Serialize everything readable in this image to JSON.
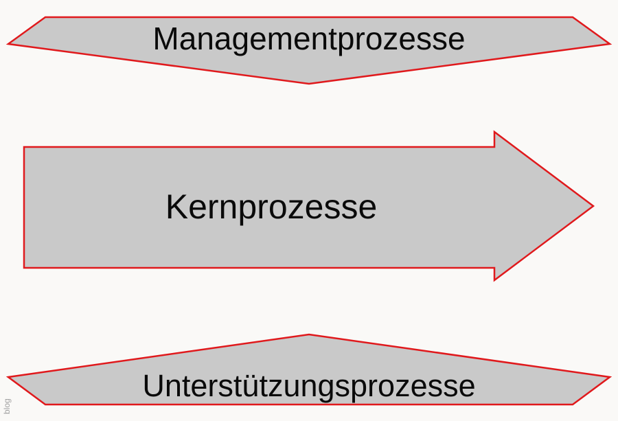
{
  "diagram": {
    "shapes": {
      "management": {
        "label": "Managementprozesse"
      },
      "kern": {
        "label": "Kernprozesse"
      },
      "unterstuetzung": {
        "label": "Unterstützungsprozesse"
      }
    },
    "watermark": "blog"
  },
  "colors": {
    "background": "#faf9f7",
    "shape_fill": "#c9c9c9",
    "shape_stroke": "#e0191c",
    "text": "#0a0a0a",
    "watermark": "#a0a0a0"
  }
}
